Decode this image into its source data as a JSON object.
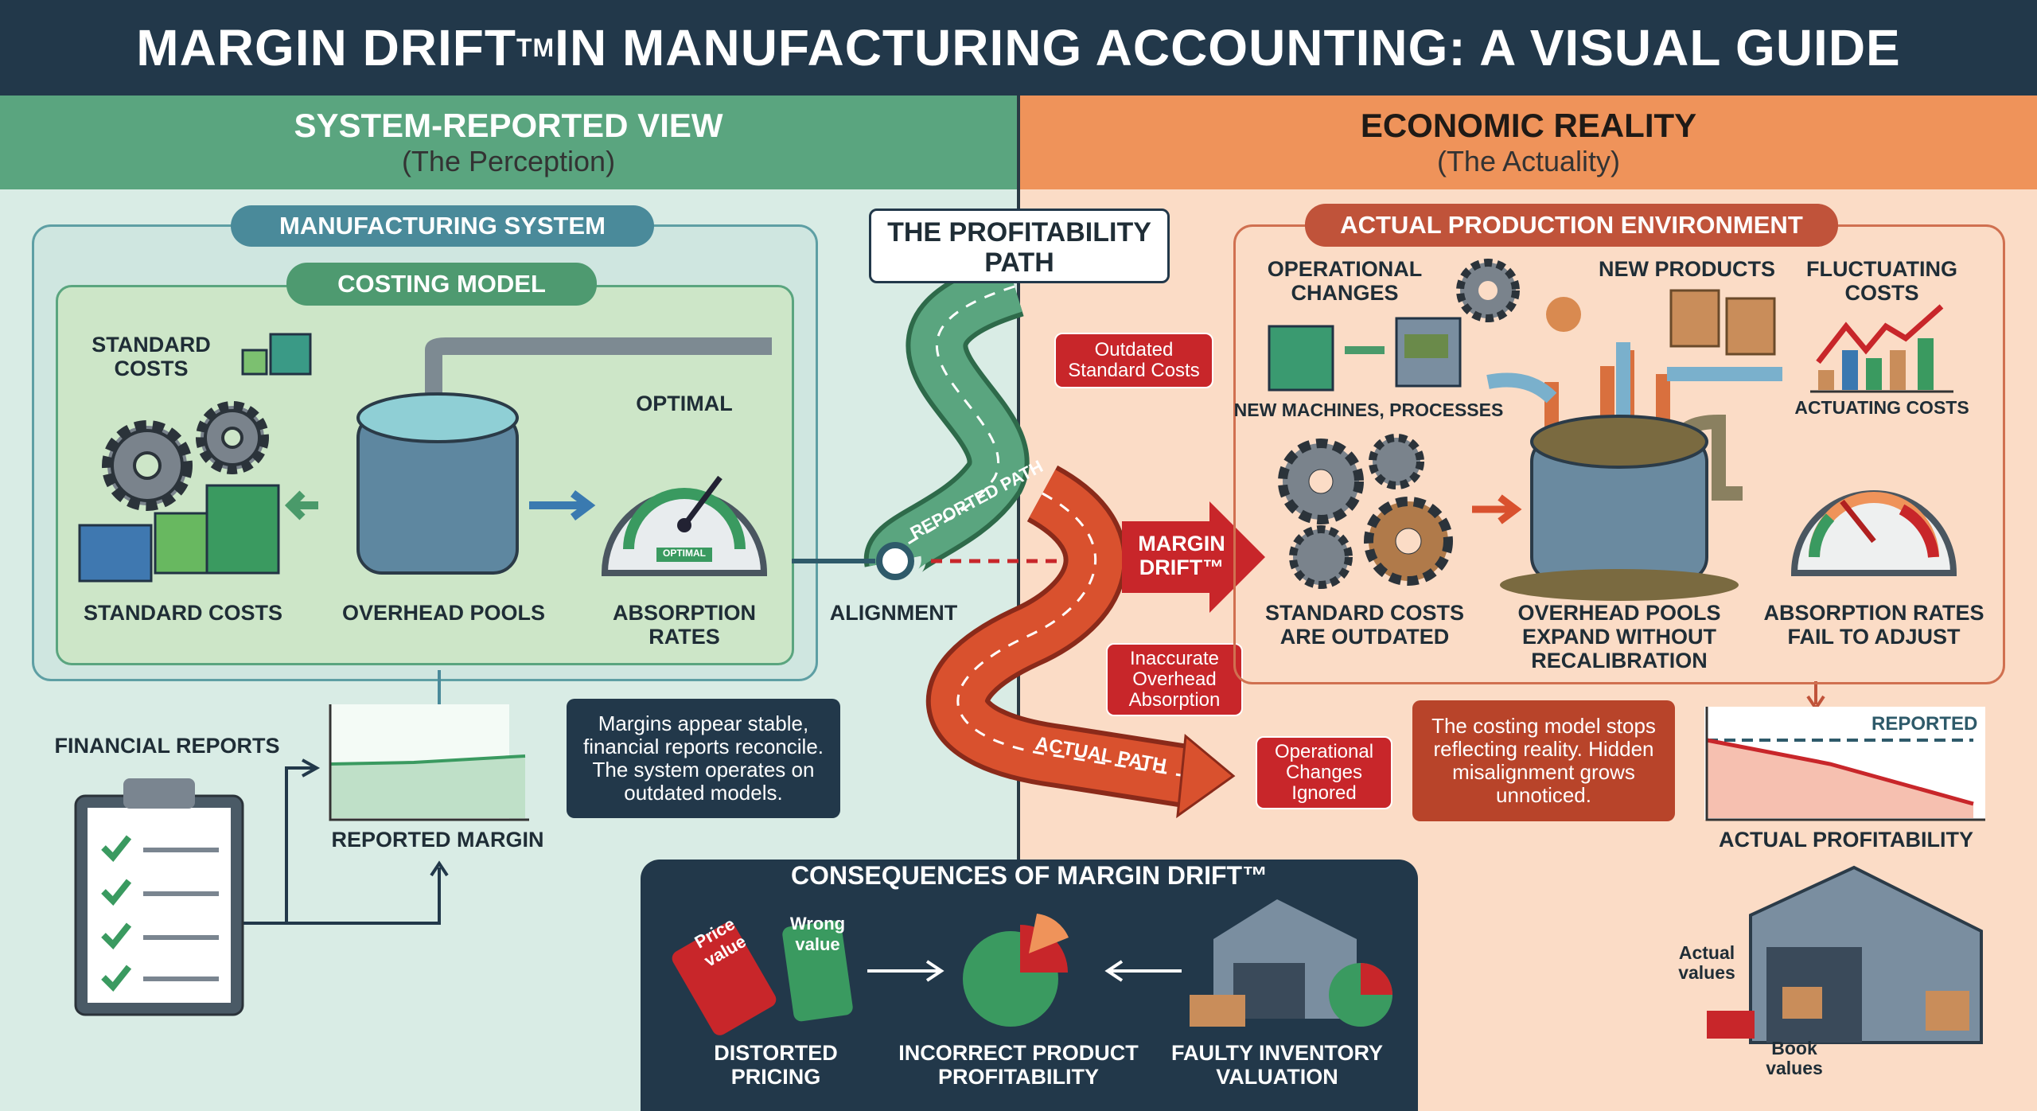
{
  "header": {
    "title": "MARGIN DRIFT",
    "tm": "TM",
    "title_rest": " IN MANUFACTURING ACCOUNTING: A VISUAL GUIDE"
  },
  "left_band": {
    "title": "SYSTEM-REPORTED VIEW",
    "subtitle": "(The Perception)"
  },
  "right_band": {
    "title": "ECONOMIC REALITY",
    "subtitle": "(The Actuality)"
  },
  "left_panel": {
    "title": "MANUFACTURING SYSTEM",
    "inner_title": "COSTING MODEL",
    "standard_costs_top": "STANDARD\nCOSTS",
    "standard_costs": "STANDARD COSTS",
    "overhead_pools": "OVERHEAD POOLS",
    "optimal": "OPTIMAL",
    "gauge_label": "OPTIMAL",
    "absorption_rates": "ABSORPTION\nRATES"
  },
  "path": {
    "title": "THE PROFITABILITY\nPATH",
    "alignment": "ALIGNMENT",
    "reported_path": "REPORTED PATH",
    "actual_path": "ACTUAL PATH",
    "margin_drift": "MARGIN\nDRIFT™"
  },
  "callouts": {
    "outdated": "Outdated\nStandard Costs",
    "inaccurate": "Inaccurate\nOverhead\nAbsorption",
    "ignored": "Operational\nChanges\nIgnored"
  },
  "right_panel": {
    "title": "ACTUAL PRODUCTION ENVIRONMENT",
    "operational_changes": "OPERATIONAL\nCHANGES",
    "new_products": "NEW PRODUCTS",
    "fluctuating_costs": "FLUCTUATING\nCOSTS",
    "new_machines": "NEW MACHINES, PROCESSES",
    "actuating_costs": "ACTUATING COSTS",
    "std_outdated": "STANDARD COSTS\nARE OUTDATED",
    "overhead_expand": "OVERHEAD POOLS\nEXPAND WITHOUT\nRECALIBRATION",
    "absorption_fail": "ABSORPTION RATES\nFAIL TO ADJUST"
  },
  "bottom_left": {
    "financial_reports": "FINANCIAL REPORTS",
    "reported_margin": "REPORTED MARGIN",
    "note": "Margins appear stable,\nfinancial reports reconcile.\nThe system operates on\noutdated models."
  },
  "bottom_right": {
    "note": "The costing model stops\nreflecting reality. Hidden\nmisalignment grows\nunnoticed.",
    "reported": "REPORTED",
    "actual_profitability": "ACTUAL PROFITABILITY",
    "actual_values": "Actual\nvalues",
    "book_values": "Book\nvalues"
  },
  "consequences": {
    "title": "CONSEQUENCES OF MARGIN DRIFT™",
    "price_tag": "Price\nvalue",
    "wrong_tag": "Wrong\nvalue",
    "items": [
      "DISTORTED\nPRICING",
      "INCORRECT PRODUCT\nPROFITABILITY",
      "FAULTY INVENTORY\nVALUATION"
    ]
  },
  "colors": {
    "navy": "#22384a",
    "green": "#5aa57f",
    "orange": "#ef935a",
    "red": "#c8262a",
    "teal": "#4a8a9a"
  }
}
